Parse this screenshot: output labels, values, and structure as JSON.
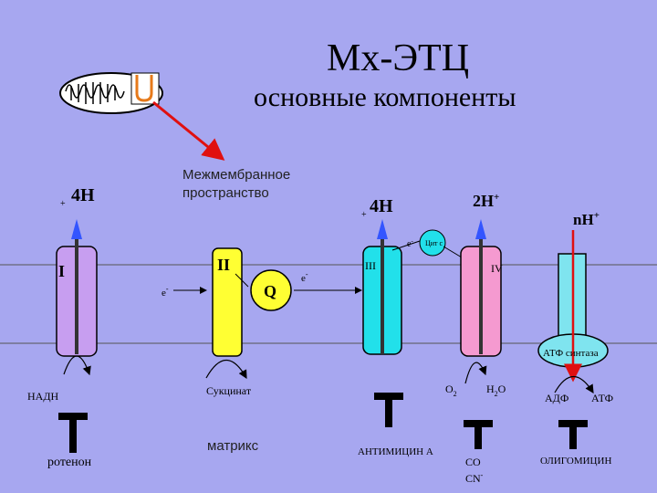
{
  "title": "Мх-ЭТЦ",
  "subtitle": "основные компоненты",
  "intermembrane_space": {
    "line1": "Межмембранное",
    "line2": "пространство"
  },
  "matrix_label": "матрикс",
  "complexes": {
    "c1": "I",
    "c2": "II",
    "c3": "III",
    "c4": "IV"
  },
  "q_label": "Q",
  "cytc_label": "Цит с",
  "electron": {
    "base": "e",
    "charge": "-"
  },
  "protons": {
    "p1": {
      "sign": "+",
      "value": "4H"
    },
    "p3": {
      "sign": "+",
      "value": "4H"
    },
    "p4": {
      "value": "2H",
      "sup": "+"
    },
    "atp": {
      "value": "nH",
      "sup": "+"
    }
  },
  "substrates": {
    "nadh": "НАДН",
    "succinate": "Сукцинат"
  },
  "water": {
    "o2": "O",
    "o2_sub": "2",
    "h2o_h": "H",
    "h2o_sub": "2",
    "h2o_o": "O"
  },
  "atp_synthase": {
    "label": "АТФ синтаза",
    "adp": "АДФ",
    "atp": "АТФ"
  },
  "inhibitors": {
    "rotenone": "ротенон",
    "antimycin": "АНТИМИЦИН А",
    "co": "CO",
    "cn": "CN",
    "cn_sup": "-",
    "oligomycin": "ОЛИГОМИЦИН"
  },
  "colors": {
    "background": "#a7a7f0",
    "complex_I": "#c79ef0",
    "complex_II": "#ffff33",
    "complex_III": "#22e0ea",
    "complex_IV": "#f59ad0",
    "atp_synthase": "#7fe4ef",
    "q_circle": "#ffff33",
    "cytc_circle": "#22e0ea",
    "red_arrow": "#e01010"
  }
}
